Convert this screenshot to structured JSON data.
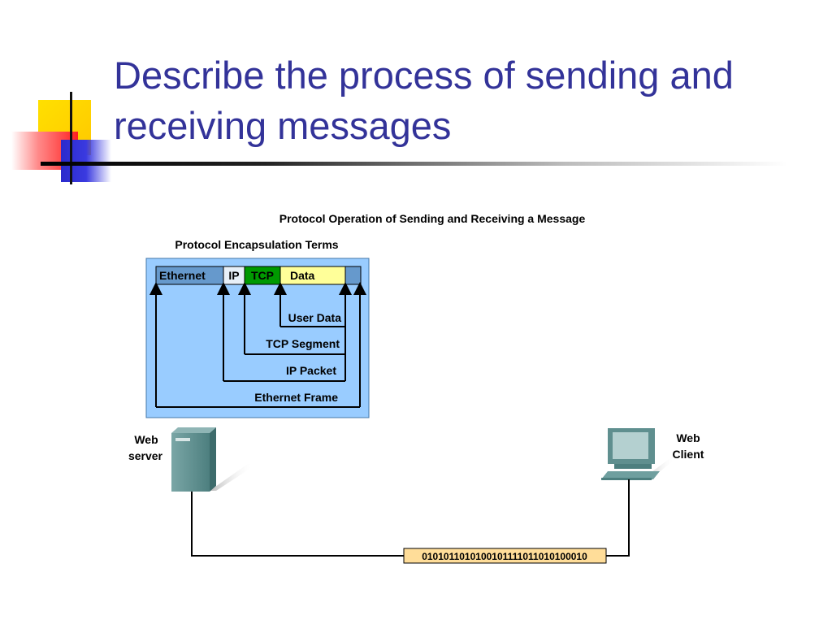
{
  "slide": {
    "title_line1": "Describe the process of sending and",
    "title_line2": "receiving messages",
    "title_color": "#333399"
  },
  "diagram": {
    "caption": "Protocol Operation of Sending and Receiving a Message",
    "encapsulation_heading": "Protocol Encapsulation Terms",
    "header_fields": {
      "ethernet": "Ethernet",
      "ip": "IP",
      "tcp": "TCP",
      "data": "Data"
    },
    "terms": {
      "user_data": "User Data",
      "tcp_segment": "TCP Segment",
      "ip_packet": "IP Packet",
      "ethernet_frame": "Ethernet Frame"
    },
    "server_label_line1": "Web",
    "server_label_line2": "server",
    "client_label_line1": "Web",
    "client_label_line2": "Client",
    "bitstream": "0101011010100101111011010100010",
    "colors": {
      "panel_bg": "#99ccff",
      "ethernet_field": "#6699cc",
      "ip_field": "#e8f0f8",
      "tcp_field": "#009900",
      "data_field": "#ffff99",
      "bitstream_bg": "#ffdd99",
      "device_color": "#5f8f8f"
    }
  }
}
